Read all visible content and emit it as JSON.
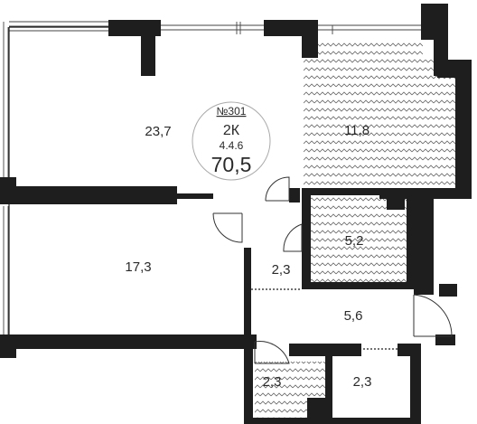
{
  "apartment": {
    "number": "№301",
    "type": "2К",
    "section": "4.4.6",
    "total_area": "70,5"
  },
  "rooms": [
    {
      "id": "living",
      "area": "23,7",
      "hatched": false
    },
    {
      "id": "kitchen",
      "area": "11,8",
      "hatched": true
    },
    {
      "id": "bedroom",
      "area": "17,3",
      "hatched": false
    },
    {
      "id": "bathroom-main",
      "area": "5,2",
      "hatched": true
    },
    {
      "id": "corridor",
      "area": "2,3",
      "hatched": false
    },
    {
      "id": "hall",
      "area": "5,6",
      "hatched": false
    },
    {
      "id": "bathroom-small",
      "area": "2,3",
      "hatched": true
    },
    {
      "id": "storage",
      "area": "2,3",
      "hatched": false
    }
  ],
  "colors": {
    "wall": "#1e1e1e",
    "hatch": "#555555",
    "text": "#2a2a2a"
  }
}
